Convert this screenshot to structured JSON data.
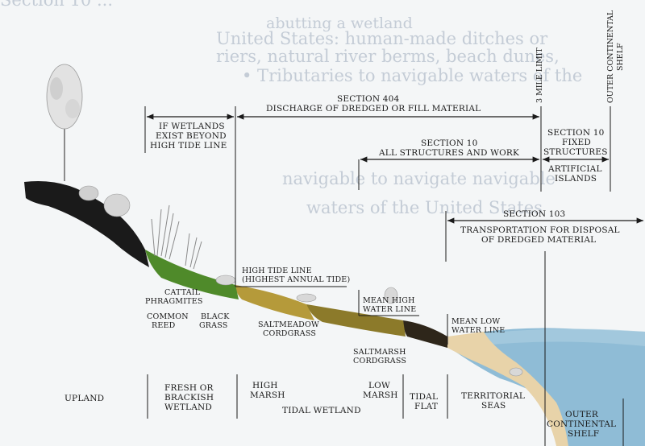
{
  "ghost_text": [
    "Section 10 ...",
    "abutting a wetland",
    "United States: human-made ditches or ",
    "riers, natural river berms, beach dunes,",
    "• Tributaries to navigable waters of the",
    "navigable to navigate navigable",
    "waters of the United States"
  ],
  "regulatory": {
    "section404": [
      "SECTION 404",
      "DISCHARGE OF DREDGED OR FILL MATERIAL"
    ],
    "wetlands_beyond": [
      "IF WETLANDS",
      "EXIST BEYOND",
      "HIGH TIDE LINE"
    ],
    "section10_all": [
      "SECTION 10",
      "ALL STRUCTURES AND WORK"
    ],
    "section10_fixed": [
      "SECTION 10",
      "FIXED",
      "STRUCTURES"
    ],
    "artificial_islands": [
      "ARTIFICIAL",
      "ISLANDS"
    ],
    "section103": [
      "SECTION 103",
      "TRANSPORTATION FOR DISPOSAL",
      "OF DREDGED MATERIAL"
    ],
    "three_mile_limit": "3 MILE LIMIT",
    "outer_shelf_vertical": [
      "OUTER CONTINENTAL",
      "SHELF"
    ]
  },
  "landmarks": {
    "high_tide": [
      "HIGH TIDE LINE",
      "(HIGHEST ANNUAL TIDE)"
    ],
    "mean_high_water": [
      "MEAN HIGH",
      "WATER LINE"
    ],
    "mean_low_water": [
      "MEAN LOW",
      "WATER LINE"
    ]
  },
  "plants": {
    "cattail": [
      "CATTAIL",
      "PHRAGMITES"
    ],
    "common_reed": [
      "COMMON",
      "REED"
    ],
    "black_grass": [
      "BLACK",
      "GRASS"
    ],
    "saltmeadow": [
      "SALTMEADOW",
      "CORDGRASS"
    ],
    "saltmarsh": [
      "SALTMARSH",
      "CORDGRASS"
    ]
  },
  "zones": {
    "upland": "UPLAND",
    "fresh_wetland": [
      "FRESH OR",
      "BRACKISH",
      "WETLAND"
    ],
    "high_marsh": [
      "HIGH",
      "MARSH"
    ],
    "tidal_wetland": "TIDAL WETLAND",
    "low_marsh": [
      "LOW",
      "MARSH"
    ],
    "tidal_flat": [
      "TIDAL",
      "FLAT"
    ],
    "territorial_seas": [
      "TERRITORIAL",
      "SEAS"
    ],
    "outer_shelf": [
      "OUTER",
      "CONTINENTAL",
      "SHELF"
    ]
  },
  "colors": {
    "upland": "#1a1a1a",
    "fresh_wetland": "#4f8a2a",
    "high_marsh": "#b59a3a",
    "low_marsh": "#8c7a2a",
    "tidal_flat": "#2e261a",
    "beach": "#e8d3a9",
    "water": "#8fbcd6"
  }
}
